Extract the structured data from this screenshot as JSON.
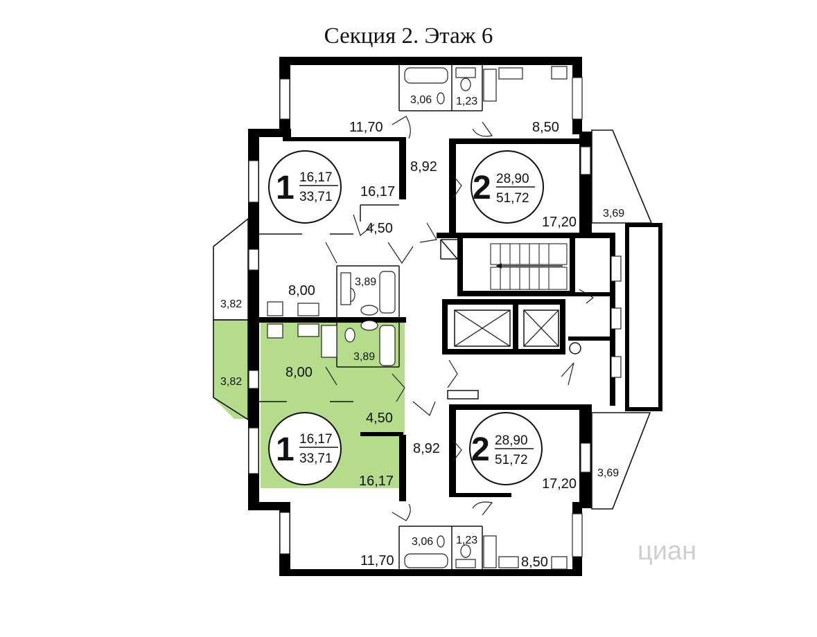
{
  "title": "Секция 2. Этаж 6",
  "highlight_color": "#b5dc8a",
  "watermark": "циан",
  "apartments": {
    "upper_left": {
      "rooms": "1",
      "living": "16,17",
      "total": "33,71"
    },
    "upper_right": {
      "rooms": "2",
      "living": "28,90",
      "total": "51,72"
    },
    "lower_left": {
      "rooms": "1",
      "living": "16,17",
      "total": "33,71"
    },
    "lower_right": {
      "rooms": "2",
      "living": "28,90",
      "total": "51,72"
    }
  },
  "rooms": {
    "top_left_room": "11,70",
    "top_bath": "3,06",
    "top_wc": "1,23",
    "top_right_kitchen": "8,50",
    "top_hall": "8,92",
    "ul_room": "16,17",
    "ul_hall": "4,50",
    "ul_kitchen": "8,00",
    "ul_bath": "3,89",
    "ul_balcony": "3,82",
    "ur_room": "17,20",
    "ur_balcony": "3,69",
    "ll_kitchen": "8,00",
    "ll_bath": "3,89",
    "ll_balcony": "3,82",
    "ll_hall": "4,50",
    "ll_room": "16,17",
    "bottom_hall": "8,92",
    "lr_room": "17,20",
    "lr_balcony": "3,69",
    "bottom_bath": "3,06",
    "bottom_wc": "1,23",
    "bottom_left_room": "11,70",
    "bottom_right_kitchen": "8,50"
  }
}
